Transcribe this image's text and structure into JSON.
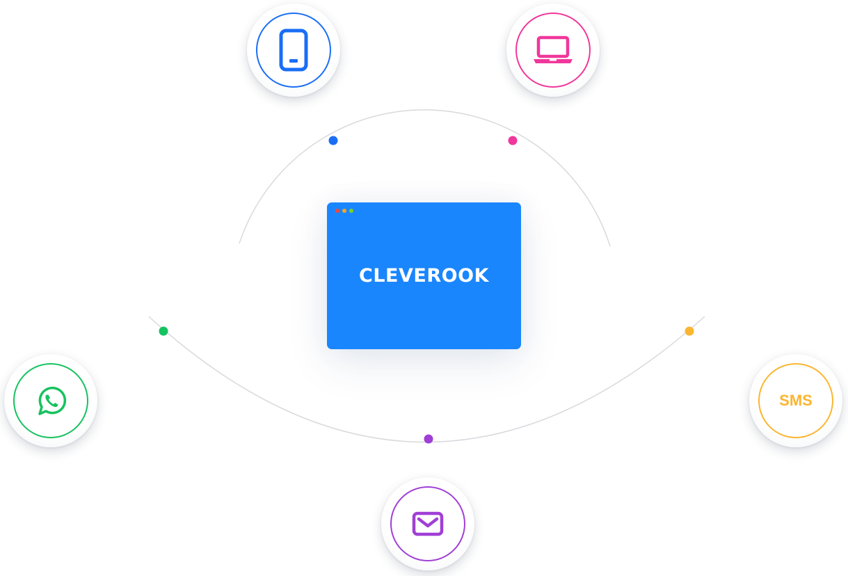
{
  "app": {
    "title": "CLEVEROOK",
    "background_color": "#1a86fe",
    "window_dot_colors": [
      "#f0473c",
      "#f5a623",
      "#7ed321"
    ]
  },
  "channels": [
    {
      "id": "phone",
      "icon": "smartphone-icon",
      "color": "#1a6ef5"
    },
    {
      "id": "laptop",
      "icon": "laptop-icon",
      "color": "#f0379b"
    },
    {
      "id": "whatsapp",
      "icon": "whatsapp-icon",
      "color": "#16c25f"
    },
    {
      "id": "sms",
      "icon": "sms-icon",
      "label": "SMS",
      "color": "#fbb530"
    },
    {
      "id": "email",
      "icon": "envelope-icon",
      "color": "#a03fd6"
    }
  ],
  "connector_colors": {
    "arc": "#d9d9de"
  }
}
